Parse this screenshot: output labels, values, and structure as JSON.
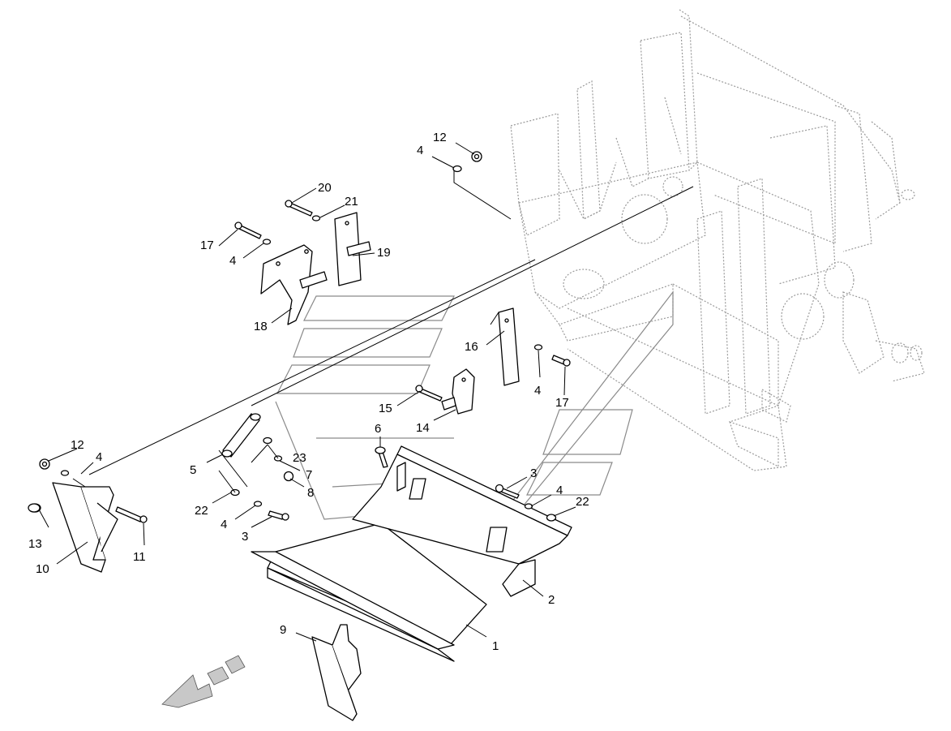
{
  "callouts": [
    {
      "id": "c12a",
      "text": "12"
    },
    {
      "id": "c4a",
      "text": "4"
    },
    {
      "id": "c20",
      "text": "20"
    },
    {
      "id": "c21",
      "text": "21"
    },
    {
      "id": "c17a",
      "text": "17"
    },
    {
      "id": "c4b",
      "text": "4"
    },
    {
      "id": "c19",
      "text": "19"
    },
    {
      "id": "c18",
      "text": "18"
    },
    {
      "id": "c16",
      "text": "16"
    },
    {
      "id": "c4c",
      "text": "4"
    },
    {
      "id": "c17b",
      "text": "17"
    },
    {
      "id": "c15",
      "text": "15"
    },
    {
      "id": "c14",
      "text": "14"
    },
    {
      "id": "c6",
      "text": "6"
    },
    {
      "id": "c12b",
      "text": "12"
    },
    {
      "id": "c4d",
      "text": "4"
    },
    {
      "id": "c5",
      "text": "5"
    },
    {
      "id": "c23",
      "text": "23"
    },
    {
      "id": "c7",
      "text": "7"
    },
    {
      "id": "c8",
      "text": "8"
    },
    {
      "id": "c3a",
      "text": "3"
    },
    {
      "id": "c4e",
      "text": "4"
    },
    {
      "id": "c22a",
      "text": "22"
    },
    {
      "id": "c22b",
      "text": "22"
    },
    {
      "id": "c4f",
      "text": "4"
    },
    {
      "id": "c3b",
      "text": "3"
    },
    {
      "id": "c13",
      "text": "13"
    },
    {
      "id": "c11",
      "text": "11"
    },
    {
      "id": "c10",
      "text": "10"
    },
    {
      "id": "c2",
      "text": "2"
    },
    {
      "id": "c1",
      "text": "1"
    },
    {
      "id": "c9",
      "text": "9"
    }
  ],
  "colors": {
    "line": "#000000",
    "frame": "#9a9a9a",
    "background": "#ffffff",
    "arrow_fill": "#c8c8c8"
  },
  "icons": {
    "direction_arrow": "travel-direction-arrow-icon"
  }
}
